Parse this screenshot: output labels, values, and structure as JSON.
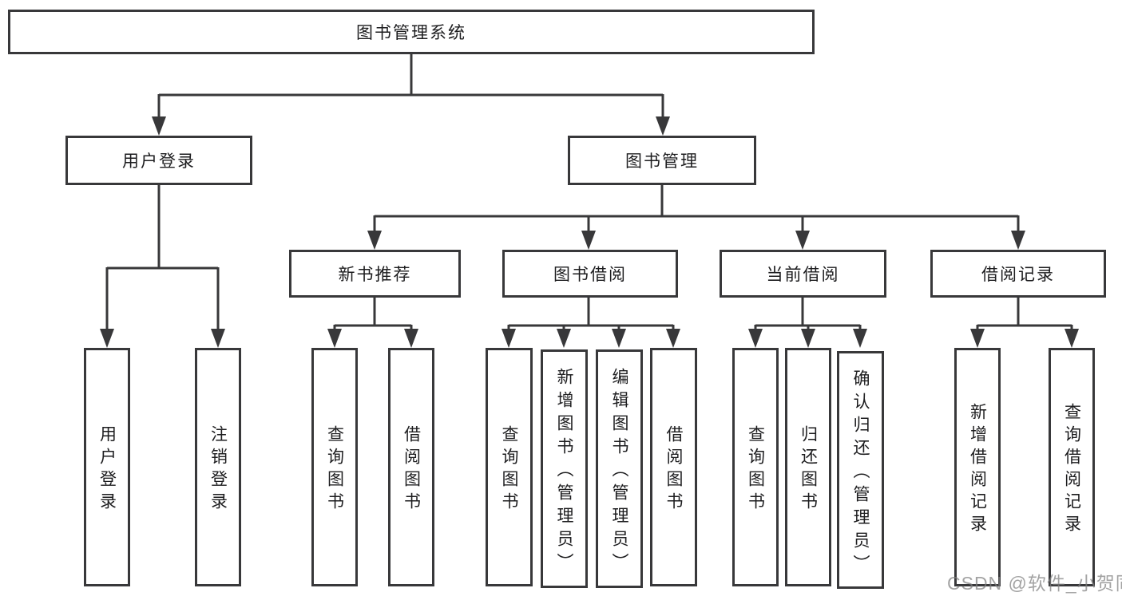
{
  "tree": {
    "root": {
      "label": "图书管理系统"
    },
    "children": [
      {
        "label": "用户登录",
        "children": [
          {
            "label": "用户登录"
          },
          {
            "label": "注销登录"
          }
        ]
      },
      {
        "label": "图书管理",
        "children": [
          {
            "label": "新书推荐",
            "children": [
              {
                "label": "查询图书"
              },
              {
                "label": "借阅图书"
              }
            ]
          },
          {
            "label": "图书借阅",
            "children": [
              {
                "label": "查询图书"
              },
              {
                "label": "新增图书（管理员）"
              },
              {
                "label": "编辑图书（管理员）"
              },
              {
                "label": "借阅图书"
              }
            ]
          },
          {
            "label": "当前借阅",
            "children": [
              {
                "label": "查询图书"
              },
              {
                "label": "归还图书"
              },
              {
                "label": "确认归还（管理员）"
              }
            ]
          },
          {
            "label": "借阅记录",
            "children": [
              {
                "label": "新增借阅记录"
              },
              {
                "label": "查询借阅记录"
              }
            ]
          }
        ]
      }
    ]
  },
  "watermark": {
    "text": "CSDN @软件_小贺同学"
  },
  "colors": {
    "line": "#38383a",
    "box_border": "#38383a",
    "box_fill": "#ffffff",
    "text": "#1d1d1f",
    "watermark": "#808080",
    "background": "#ffffff"
  }
}
